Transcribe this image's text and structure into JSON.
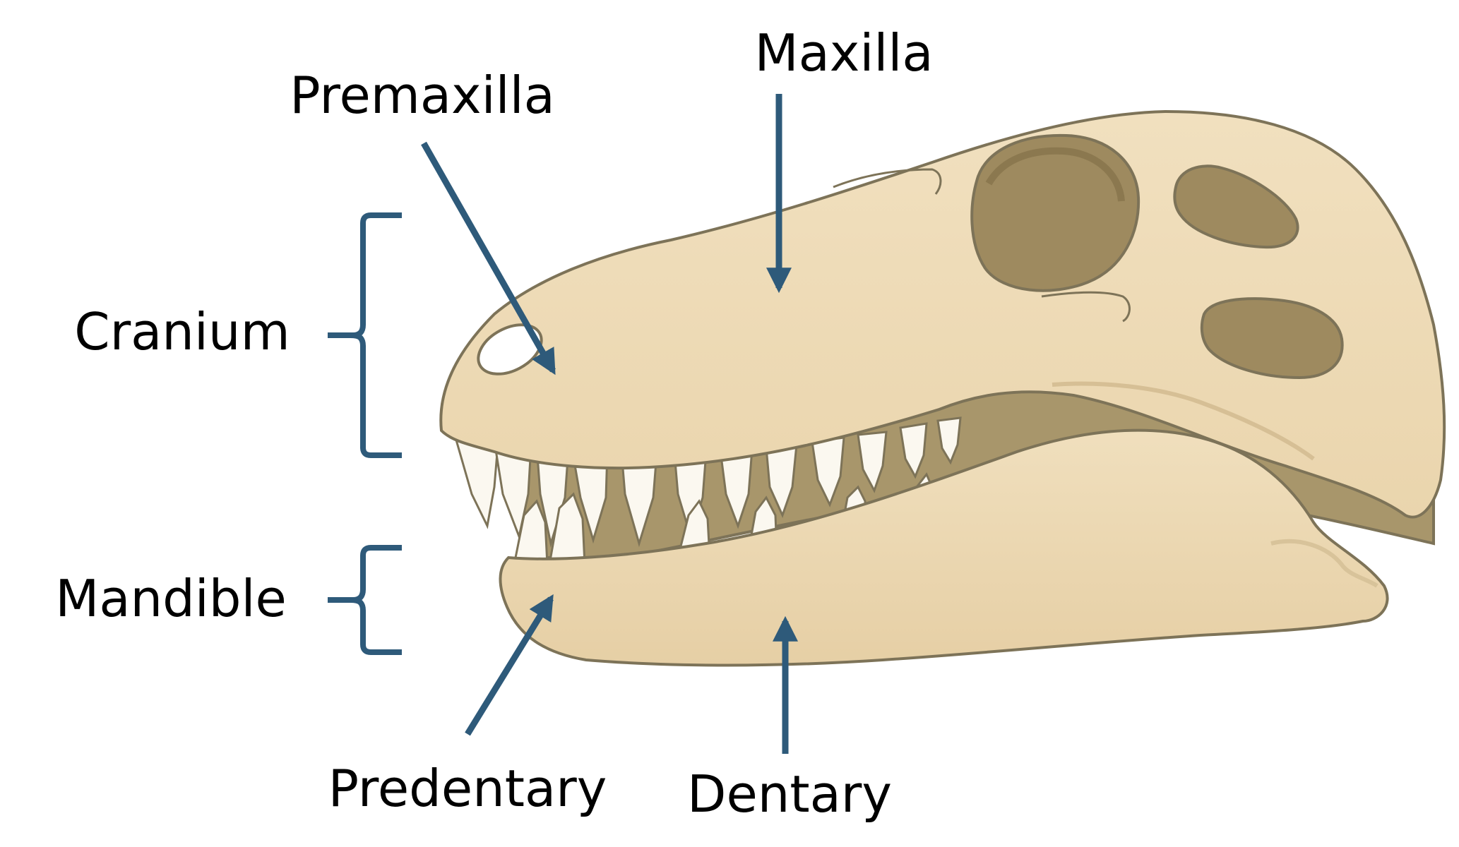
{
  "labels": {
    "maxilla": "Maxilla",
    "premaxilla": "Premaxilla",
    "cranium": "Cranium",
    "mandible": "Mandible",
    "predentary": "Predentary",
    "dentary": "Dentary"
  },
  "colors": {
    "bone": "#efdcb8",
    "bone_shadow": "#e3cba0",
    "outline": "#7d7358",
    "cavity": "#9e8a5f",
    "cavity_dark": "#7f6c45",
    "gap": "#a8966b",
    "tooth": "#fbf8f0",
    "arrow": "#2e5a7a",
    "text": "#000000"
  }
}
